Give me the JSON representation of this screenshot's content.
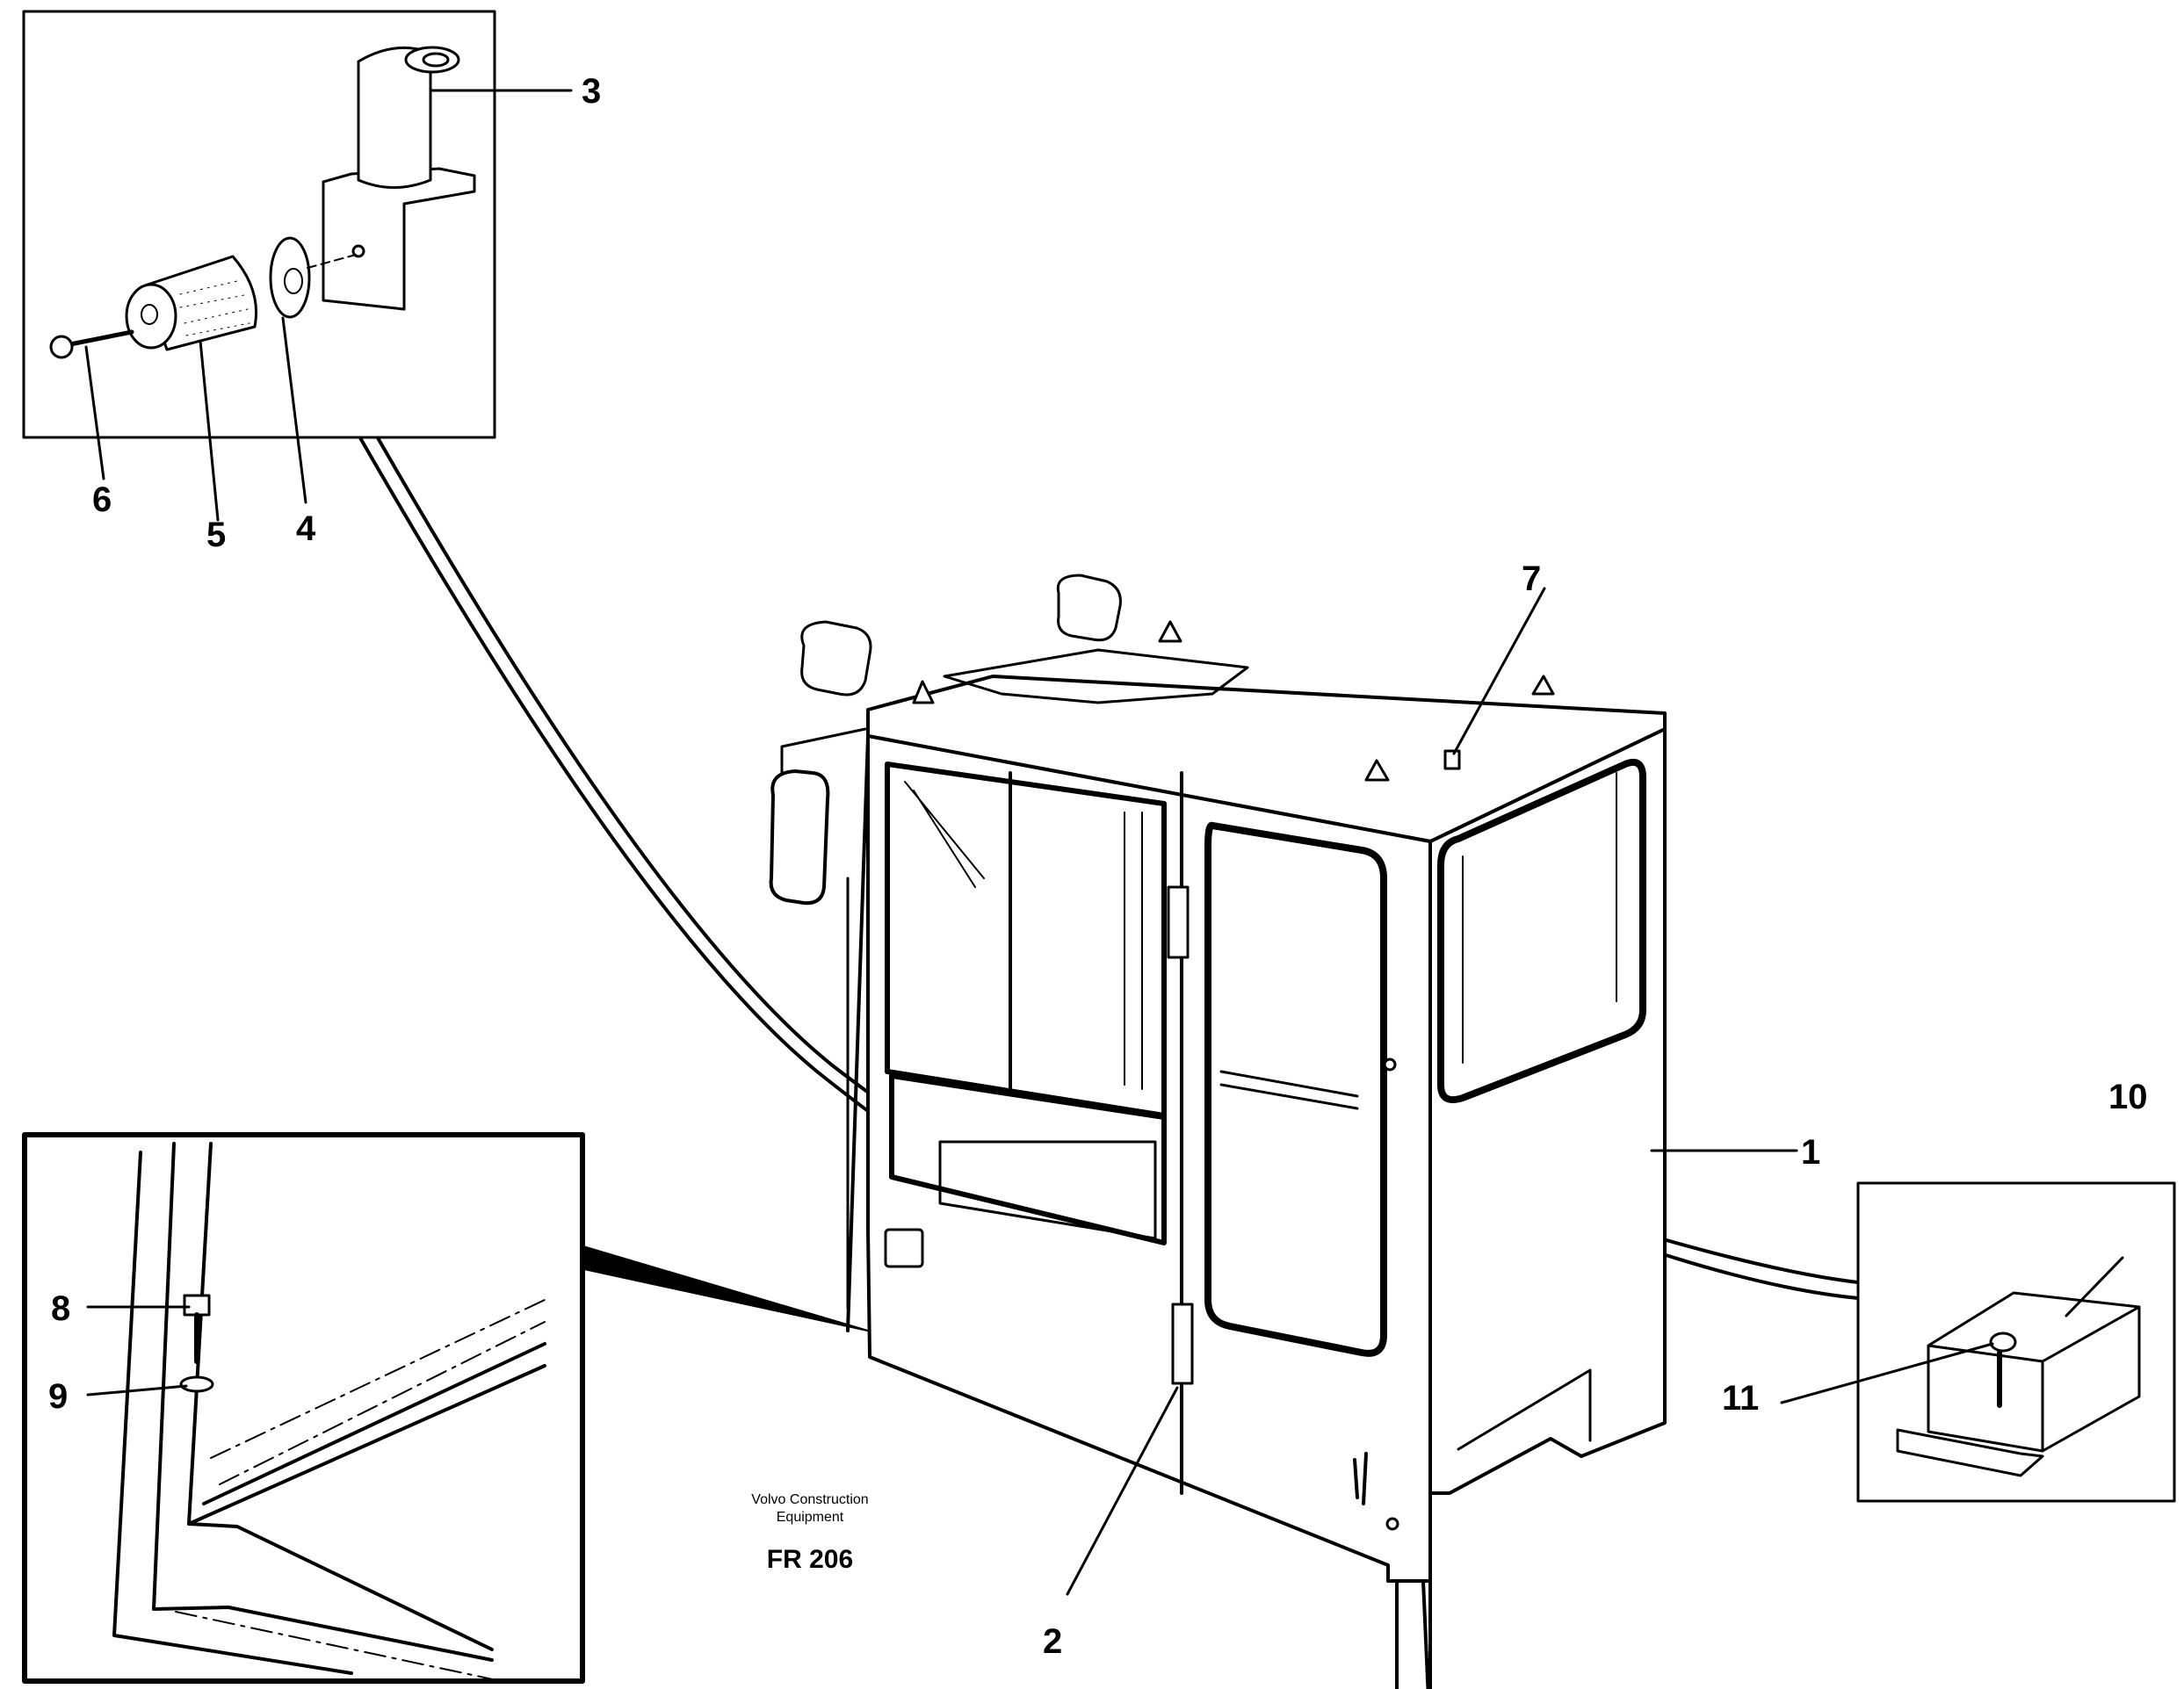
{
  "callouts": {
    "c1": "1",
    "c2": "2",
    "c3": "3",
    "c4": "4",
    "c5": "5",
    "c6": "6",
    "c7": "7",
    "c8": "8",
    "c9": "9",
    "c10": "10",
    "c11": "11"
  },
  "caption": {
    "line1": "Volvo Construction",
    "line2": "Equipment",
    "code": "FR 206"
  }
}
